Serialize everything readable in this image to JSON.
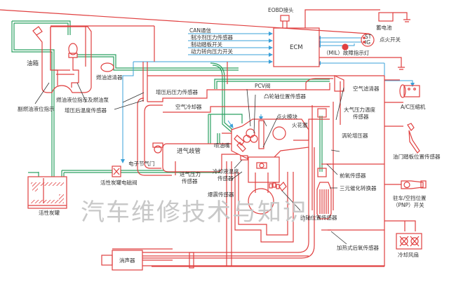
{
  "diagram": {
    "title": "发动机电控系统示意图",
    "colors": {
      "electrical": "#e04040",
      "signal": "#3aa0d8",
      "fuel_vapor": "#2aa060",
      "leader": "#333333",
      "watermark": "#c8c8c8"
    },
    "watermark": "汽车维修技术与知识",
    "labels": {
      "fuel_tank": "油箱",
      "aux_fuel_level": "副燃油液位指示",
      "fuel_level_pump": "燃油液位指示及燃油泵",
      "fuel_filter": "燃油滤清器",
      "boost_temp_sensor": "增压后温度传感器",
      "boost_pressure_sensor": "增压后压力传感器",
      "intercooler": "空气冷却器",
      "can": "CAN通信",
      "ac_pressure_sensor": "制冷剂压力传感器",
      "brake_switch": "制动踏板开关",
      "ps_pressure_switch": "动力转向压力开关",
      "eobd": "EOBD接头",
      "ecm": "ECM",
      "battery": "蓄电池",
      "ignition_switch": "点火开关",
      "st": "ST",
      "ig": "IG",
      "mil": "（MIL）故障指示灯",
      "pcv": "PCV阀",
      "cam_sensor": "凸轮轴位置传感器",
      "ignition_module": "点火模块",
      "spark_plug": "火花塞",
      "injector": "喷油嘴",
      "intake_manifold": "进气歧管",
      "throttle": "电子节气门",
      "map_sensor_1": "进气压力",
      "map_sensor_2": "传感器",
      "coolant_sensor_1": "冷却液温度",
      "coolant_sensor_2": "传感器",
      "knock_sensor": "爆震传感器",
      "crank_sensor": "曲轴位置传感器",
      "air_filter": "空气滤清器",
      "baro_sensor_1": "大气压力温度",
      "baro_sensor_2": "传感器",
      "turbo": "涡轮增压器",
      "ac_compressor": "A/C压缩机",
      "pedal_sensor": "油门踏板位置传感器",
      "front_o2": "前氧传感器",
      "catalyst": "三元催化转换器",
      "pnp_1": "驻车/空挡位置",
      "pnp_2": "（PNP）开关",
      "rear_o2": "加热式后氧传感器",
      "cooling_fan": "冷却风扇",
      "canister": "活性炭罐",
      "purge_valve": "活性炭罐电磁阀",
      "muffler": "消声器"
    }
  }
}
